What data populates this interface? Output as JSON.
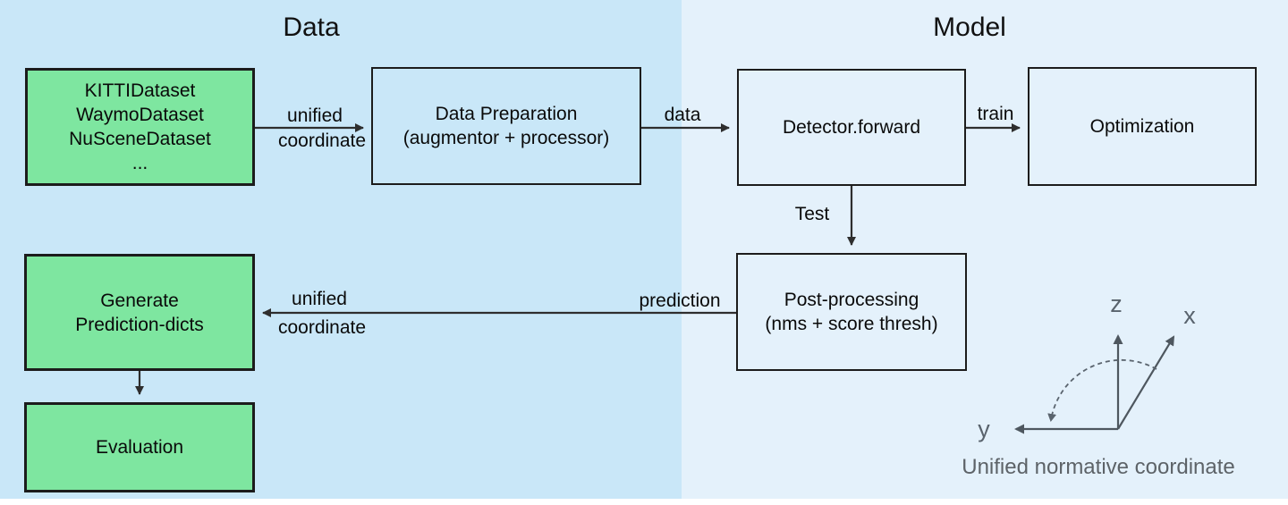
{
  "sections": {
    "data": {
      "title": "Data"
    },
    "model": {
      "title": "Model"
    }
  },
  "boxes": {
    "datasets": {
      "lines": [
        "KITTIDataset",
        "WaymoDataset",
        "NuSceneDataset",
        "..."
      ]
    },
    "data_preparation": {
      "lines": [
        "Data Preparation",
        "(augmentor + processor)"
      ]
    },
    "detector_forward": {
      "lines": [
        "Detector.forward"
      ]
    },
    "optimization": {
      "lines": [
        "Optimization"
      ]
    },
    "post_processing": {
      "lines": [
        "Post-processing",
        "(nms + score thresh)"
      ]
    },
    "generate_prediction": {
      "lines": [
        "Generate",
        "Prediction-dicts"
      ]
    },
    "evaluation": {
      "lines": [
        "Evaluation"
      ]
    }
  },
  "arrow_labels": {
    "unified_top_line1": "unified",
    "unified_top_line2": "coordinate",
    "data": "data",
    "train": "train",
    "test": "Test",
    "prediction": "prediction",
    "unified_bottom_line1": "unified",
    "unified_bottom_line2": "coordinate"
  },
  "coordinate_axes": {
    "z": "z",
    "x": "x",
    "y": "y",
    "caption": "Unified normative coordinate"
  },
  "colors": {
    "data_panel": "#c9e7f8",
    "model_panel": "#e4f1fb",
    "green_box": "#7ee6a0",
    "box_border": "#1c1c1c",
    "arrow": "#2e2e2e",
    "axes": "#4e575f",
    "axes_text": "#59636d",
    "canvas": "#ffffff"
  }
}
